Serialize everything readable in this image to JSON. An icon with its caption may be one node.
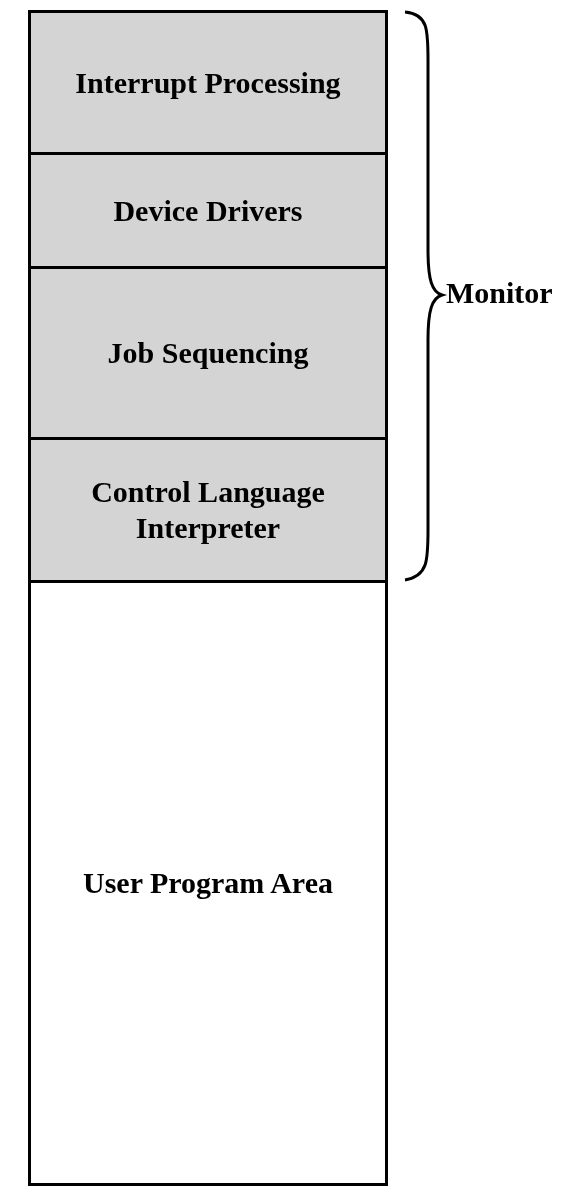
{
  "diagram": {
    "nodes": [
      {
        "text": [
          "Interrupt Processing"
        ]
      },
      {
        "text": [
          "Device Drivers"
        ]
      },
      {
        "text": [
          "Job Sequencing"
        ]
      },
      {
        "text": [
          "Control Language Interpreter"
        ]
      },
      {
        "text": [
          "User Program Area"
        ]
      }
    ],
    "labels": [
      "Monitor"
    ]
  }
}
